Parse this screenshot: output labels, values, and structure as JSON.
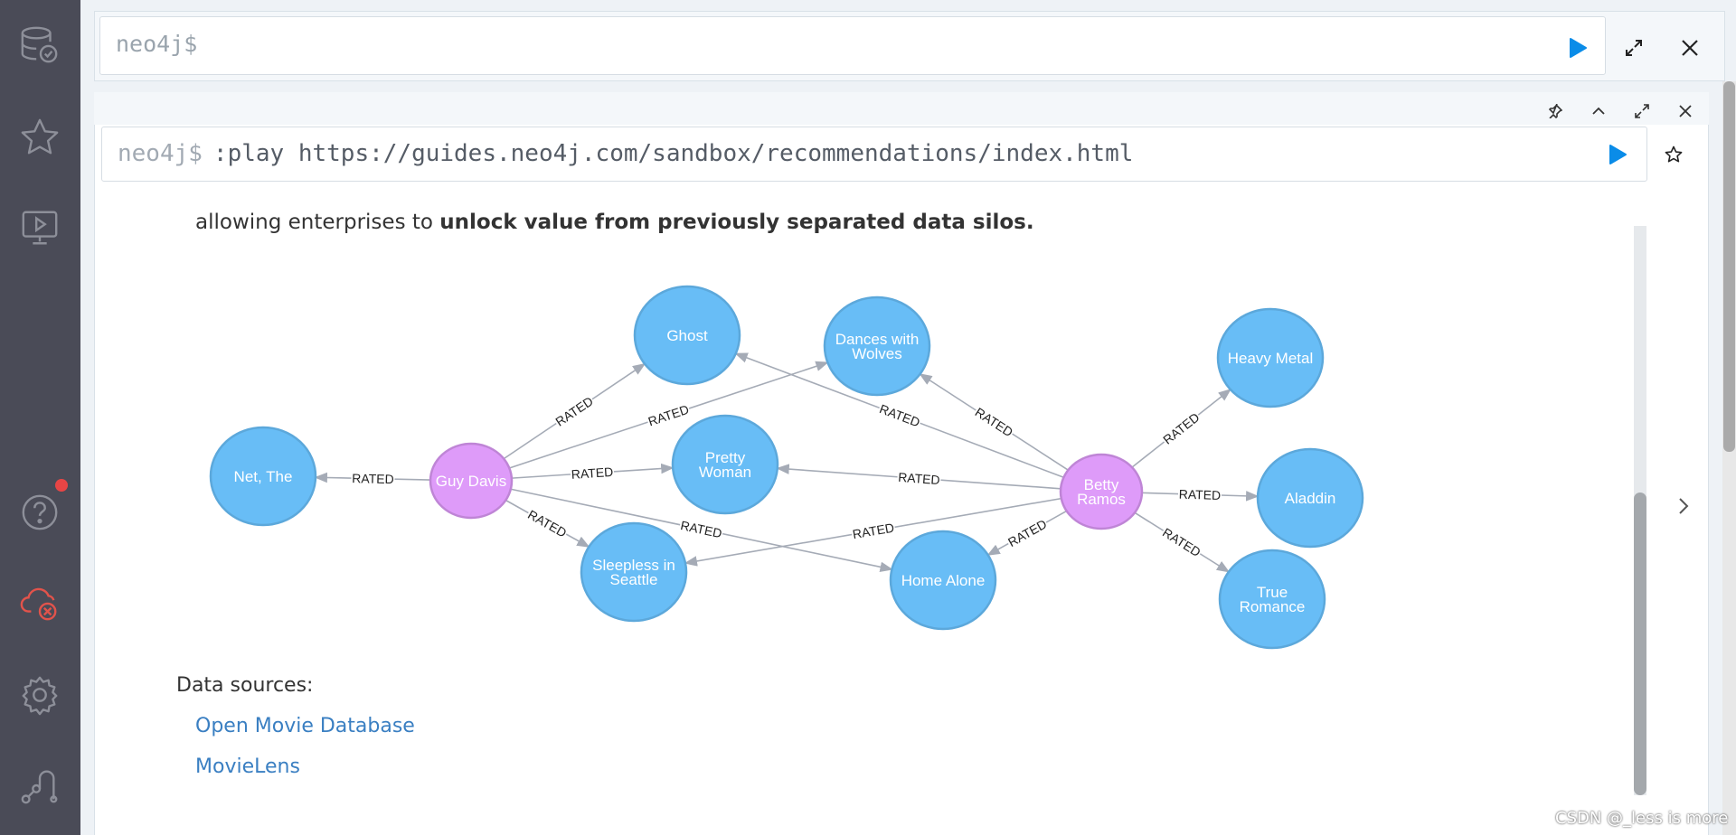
{
  "top_editor": {
    "prompt": "neo4j$"
  },
  "frame": {
    "prompt": "neo4j$",
    "command": ":play https://guides.neo4j.com/sandbox/recommendations/index.html"
  },
  "guide": {
    "cut_text_prefix": "allowing enterprises to ",
    "cut_text_bold": "unlock value from previously separated data silos.",
    "data_sources_title": "Data sources:",
    "links": [
      "Open Movie Database",
      "MovieLens"
    ]
  },
  "graph": {
    "relationship_label": "RATED",
    "nodes": {
      "net": "Net, The",
      "guy": "Guy Davis",
      "ghost": "Ghost",
      "dances": [
        "Dances with",
        "Wolves"
      ],
      "pretty": [
        "Pretty",
        "Woman"
      ],
      "sleepless": [
        "Sleepless in",
        "Seattle"
      ],
      "homealone": "Home Alone",
      "betty": [
        "Betty",
        "Ramos"
      ],
      "heavymetal": "Heavy Metal",
      "aladdin": "Aladdin",
      "trueromance": [
        "True",
        "Romance"
      ]
    },
    "colors": {
      "movie": "#68bdf6",
      "movie_border": "#5ca8db",
      "person": "#de9bf9",
      "person_border": "#bf85d6",
      "edge": "#a5abb6"
    }
  },
  "watermark": "CSDN @_less is more"
}
